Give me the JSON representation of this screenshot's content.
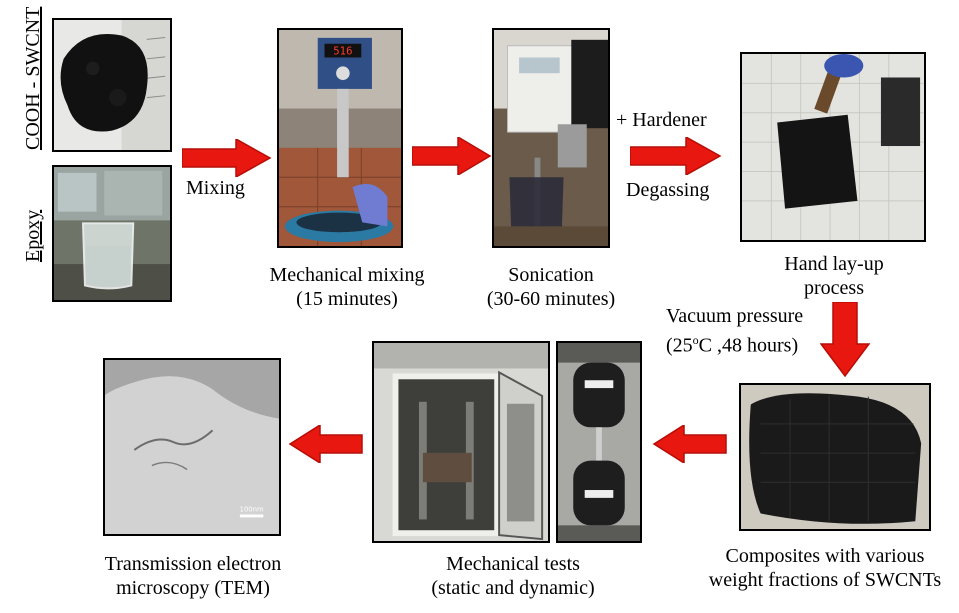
{
  "materials": {
    "swcnt_label": "COOH - SWCNT",
    "epoxy_label": "Epoxy"
  },
  "steps": {
    "mixing": "Mixing",
    "mechanical_mixing": {
      "line1": "Mechanical mixing",
      "line2": "(15 minutes)"
    },
    "mixer_display": "516",
    "sonication": {
      "line1": "Sonication",
      "line2": "(30-60 minutes)"
    },
    "hardener": "+ Hardener",
    "degassing": "Degassing",
    "hand_layup": {
      "line1": "Hand lay-up",
      "line2": "process"
    },
    "vacuum": {
      "line1": "Vacuum pressure",
      "line2_pre": "(25",
      "line2_sup": "o",
      "line2_post": "C ,48 hours)"
    },
    "composites": {
      "line1": "Composites with various",
      "line2": "weight fractions of SWCNTs"
    },
    "mechanical_tests": {
      "line1": "Mechanical tests",
      "line2": "(static and dynamic)"
    },
    "tem": {
      "line1": "Transmission electron",
      "line2": "microscopy (TEM)"
    },
    "scale_bar": "100nm"
  },
  "colors": {
    "arrow": "#e8170f",
    "arrow_dark": "#b50e08"
  }
}
